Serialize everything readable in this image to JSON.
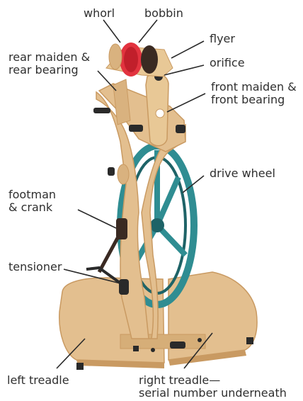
{
  "labels": {
    "whorl": "whorl",
    "bobbin": "bobbin",
    "flyer": "flyer",
    "orifice": "orifice",
    "rear_maiden": [
      "rear maiden &",
      "rear bearing"
    ],
    "front_maiden": [
      "front maiden &",
      "front bearing"
    ],
    "drive_wheel": "drive wheel",
    "footman": [
      "footman",
      "& crank"
    ],
    "tensioner": "tensioner",
    "left_treadle": "left treadle",
    "right_treadle": [
      "right treadle—",
      "serial number underneath"
    ]
  },
  "colors": {
    "wood": "#e3bf8f",
    "wood_shade": "#c99a62",
    "wheel": "#2f8d92",
    "wheel_dark": "#1e6367",
    "yarn": "#e2333f",
    "hardware": "#2a2a2a",
    "leader": "#2a2a2a",
    "text": "#2f2f2f"
  }
}
